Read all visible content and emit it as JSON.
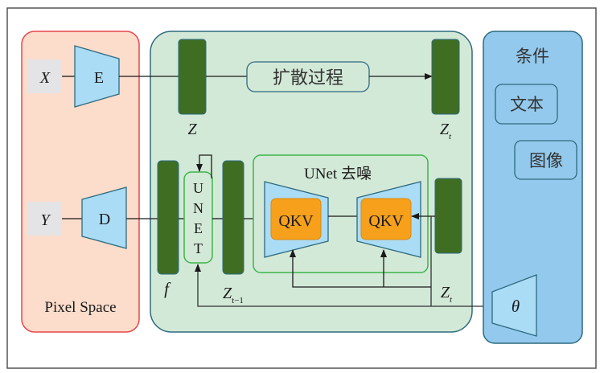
{
  "colors": {
    "pixel_fill": "#fcdccb",
    "pixel_stroke": "#e8474c",
    "latent_fill": "#d3e9d7",
    "latent_stroke": "#2e6a80",
    "cond_fill": "#93c9ec",
    "cond_stroke": "#2e6a80",
    "encoder_fill": "#aadcf6",
    "feature_bar": "#3f6e23",
    "qkv_fill": "#f6a01c",
    "unet_stroke": "#3cb54a",
    "input_box": "#e4e4e6"
  },
  "pixel_space": {
    "label": "Pixel Space",
    "input_x": "X",
    "input_y": "Y",
    "encoder": "E",
    "decoder": "D"
  },
  "latent_space": {
    "z_label": "Z",
    "zt_label": "Z",
    "zt_sub": "t",
    "diffusion_process": "扩散过程",
    "f_label": "f",
    "zt1_label": "Z",
    "zt1_sub": "t−1",
    "zt_bottom_label": "Z",
    "zt_bottom_sub": "t",
    "unet_letters": [
      "U",
      "N",
      "E",
      "T"
    ],
    "unet_denoise_title": "UNet 去噪",
    "qkv_left": "QKV",
    "qkv_right": "QKV"
  },
  "conditioning": {
    "title": "条件",
    "text": "文本",
    "image": "图像",
    "theta": "θ"
  }
}
